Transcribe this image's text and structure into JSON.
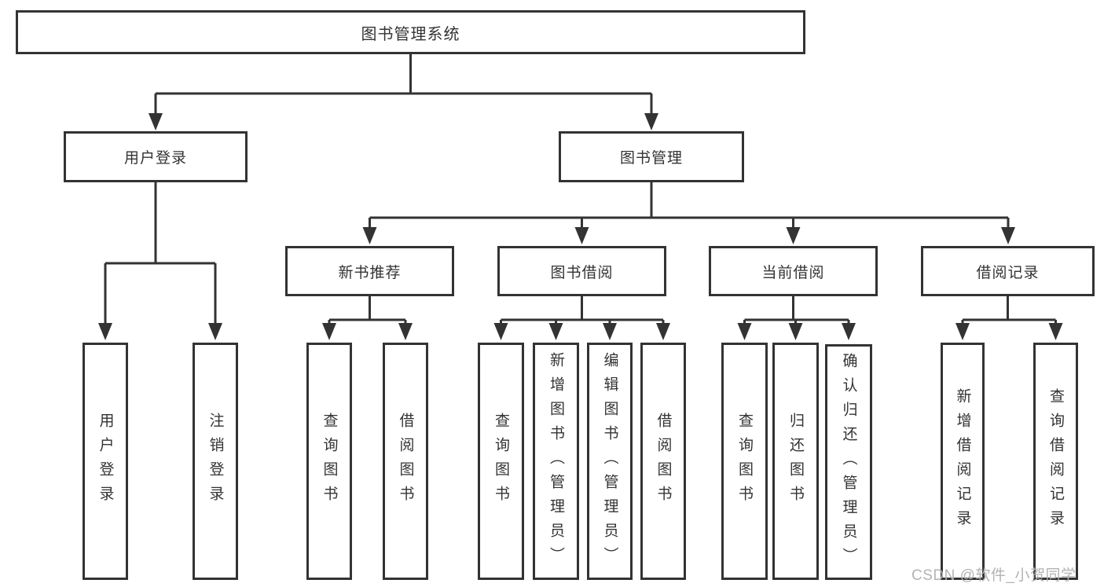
{
  "title": "图书管理系统",
  "tree": {
    "root": {
      "label": "图书管理系统"
    },
    "branches": [
      {
        "label": "用户登录",
        "leaves": [
          {
            "label": "用户登录"
          },
          {
            "label": "注销登录"
          }
        ]
      },
      {
        "label": "图书管理",
        "sections": [
          {
            "label": "新书推荐",
            "leaves": [
              {
                "label": "查询图书"
              },
              {
                "label": "借阅图书"
              }
            ]
          },
          {
            "label": "图书借阅",
            "leaves": [
              {
                "label": "查询图书"
              },
              {
                "label": "新增图书（管理员）"
              },
              {
                "label": "编辑图书（管理员）"
              },
              {
                "label": "借阅图书"
              }
            ]
          },
          {
            "label": "当前借阅",
            "leaves": [
              {
                "label": "查询图书"
              },
              {
                "label": "归还图书"
              },
              {
                "label": "确认归还（管理员）"
              }
            ]
          },
          {
            "label": "借阅记录",
            "leaves": [
              {
                "label": "新增借阅记录"
              },
              {
                "label": "查询借阅记录"
              }
            ]
          }
        ]
      }
    ]
  },
  "watermark": {
    "text": "CSDN @软件_小贺同学",
    "color": "#b3b3b3"
  },
  "colors": {
    "line": "#333333",
    "box_border": "#333333",
    "text": "#333333",
    "background": "#ffffff"
  }
}
